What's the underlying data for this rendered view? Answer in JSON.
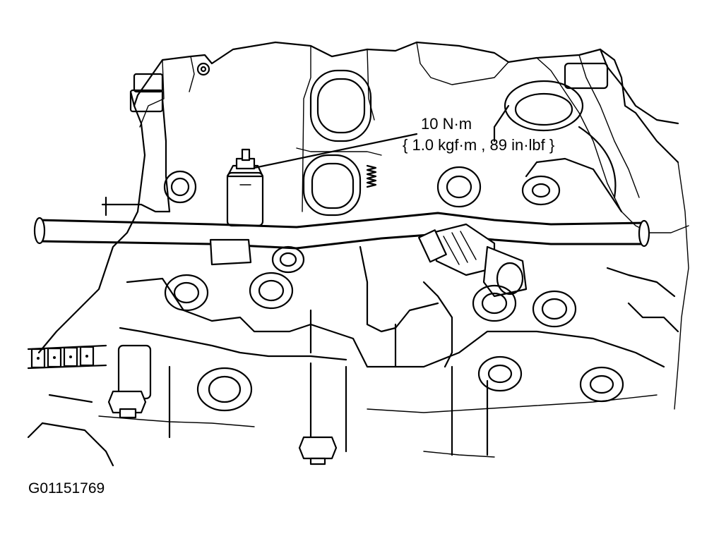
{
  "diagram": {
    "callout": {
      "torque_nm": "10 N·m",
      "torque_alt": "{ 1.0 kgf·m , 89 in·lbf }"
    },
    "figure_id": "G01151769"
  }
}
